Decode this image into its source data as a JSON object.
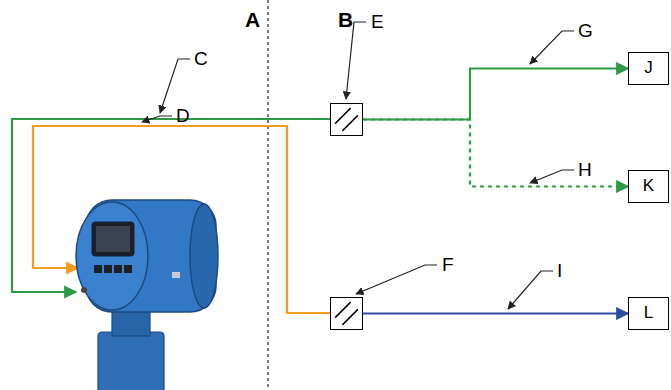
{
  "diagram": {
    "nodes": [
      {
        "text": [
          "E"
        ]
      },
      {
        "text": [
          "J"
        ]
      },
      {
        "text": [
          "K"
        ]
      },
      {
        "text": [
          "F"
        ]
      },
      {
        "text": [
          "L"
        ]
      }
    ],
    "edges": [
      {
        "from": 0,
        "to": 1,
        "arrow": "to"
      },
      {
        "from": 0,
        "to": 2,
        "arrow": "to"
      },
      {
        "from": 3,
        "to": 4,
        "arrow": "to"
      }
    ],
    "labels": [
      "A",
      "B",
      "C",
      "D",
      "G",
      "H",
      "I"
    ]
  }
}
